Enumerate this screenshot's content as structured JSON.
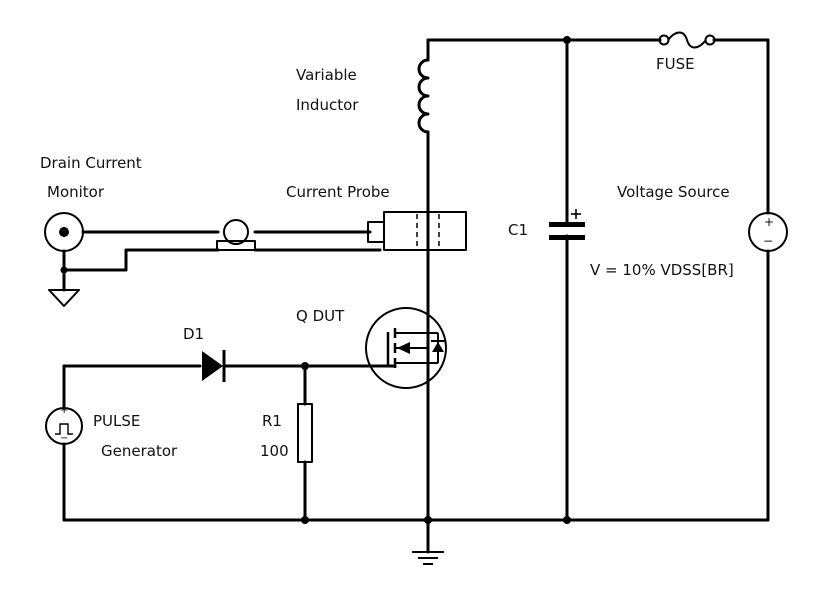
{
  "labels": {
    "variable_inductor_line1": "Variable",
    "variable_inductor_line2": "Inductor",
    "fuse": "FUSE",
    "drain_current_monitor_line1": "Drain Current",
    "drain_current_monitor_line2": "Monitor",
    "current_probe": "Current Probe",
    "voltage_source": "Voltage Source",
    "c1": "C1",
    "voltage_value": "V = 10% VDSS[BR]",
    "q_dut": "Q DUT",
    "d1": "D1",
    "pulse_line1": "PULSE",
    "pulse_line2": "Generator",
    "r1": "R1",
    "r1_value": "100"
  },
  "symbols": {
    "plus": "+",
    "minus": "−"
  },
  "colors": {
    "wire": "#000000",
    "probe_fill": "#cfcfcf",
    "background": "#ffffff"
  }
}
